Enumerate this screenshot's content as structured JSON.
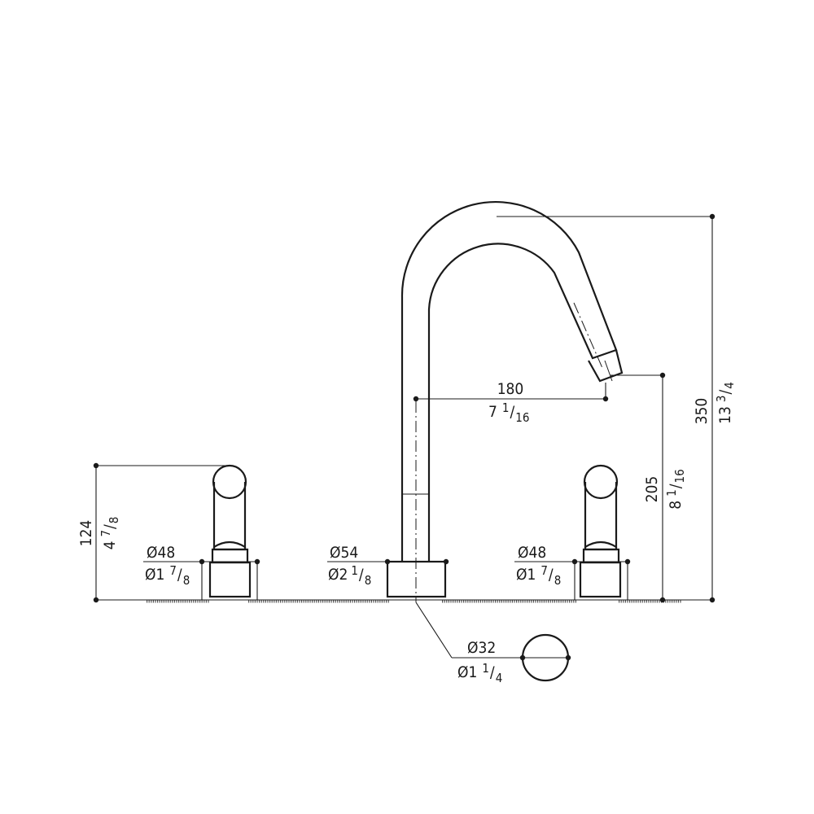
{
  "dimensions": {
    "spout_height": {
      "mm": "350",
      "inch_whole": "13",
      "inch_num": "3",
      "inch_den": "4"
    },
    "spout_reach": {
      "mm": "180",
      "inch_whole": "7",
      "inch_num": "1",
      "inch_den": "16"
    },
    "outlet_height": {
      "mm": "205",
      "inch_whole": "8",
      "inch_num": "1",
      "inch_den": "16"
    },
    "handle_height": {
      "mm": "124",
      "inch_whole": "4",
      "inch_num": "7",
      "inch_den": "8"
    },
    "left_handle_base": {
      "mm": "Ø48",
      "inch_whole": "Ø1",
      "inch_num": "7",
      "inch_den": "8"
    },
    "spout_base": {
      "mm": "Ø54",
      "inch_whole": "Ø2",
      "inch_num": "1",
      "inch_den": "8"
    },
    "right_handle_base": {
      "mm": "Ø48",
      "inch_whole": "Ø1",
      "inch_num": "7",
      "inch_den": "8"
    },
    "hole_diameter": {
      "mm": "Ø32",
      "inch_whole": "Ø1",
      "inch_num": "1",
      "inch_den": "4"
    }
  }
}
